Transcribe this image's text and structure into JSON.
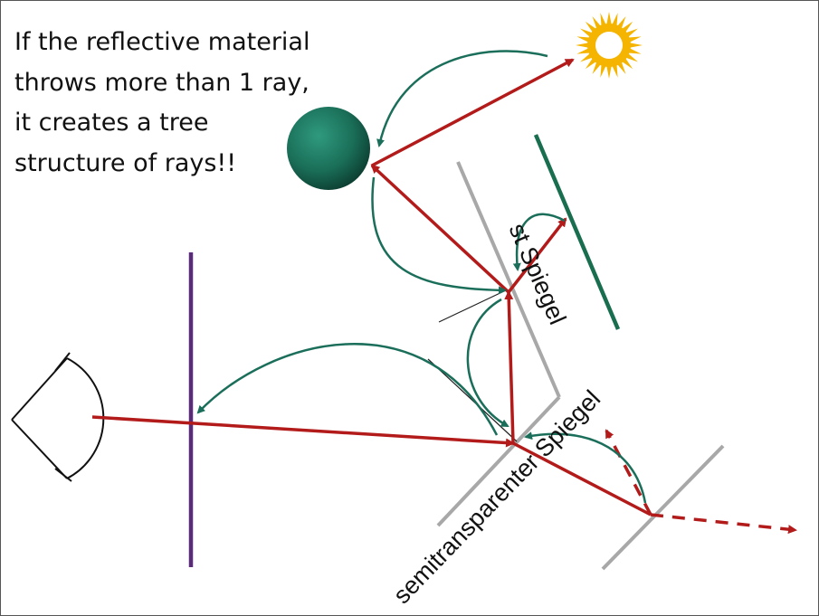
{
  "caption": {
    "lines": [
      "If the reflective material",
      "throws more than 1 ray,",
      "it creates a tree",
      "structure of rays!!"
    ]
  },
  "labels": {
    "mirror_top": "st Spiegel",
    "mirror_bottom": "semitransparenter Spiegel"
  },
  "colors": {
    "ray": "#b31b1b",
    "arrow_curve": "#1a6e5a",
    "mirror": "#a8a8a8",
    "green_plane": "#1a6e50",
    "image_plane": "#5b2a7a",
    "sun": "#f5b400",
    "sphere": "#1a6e58",
    "eye": "#111111"
  },
  "icons": [
    "sun-icon",
    "sphere-object",
    "eye-icon"
  ]
}
